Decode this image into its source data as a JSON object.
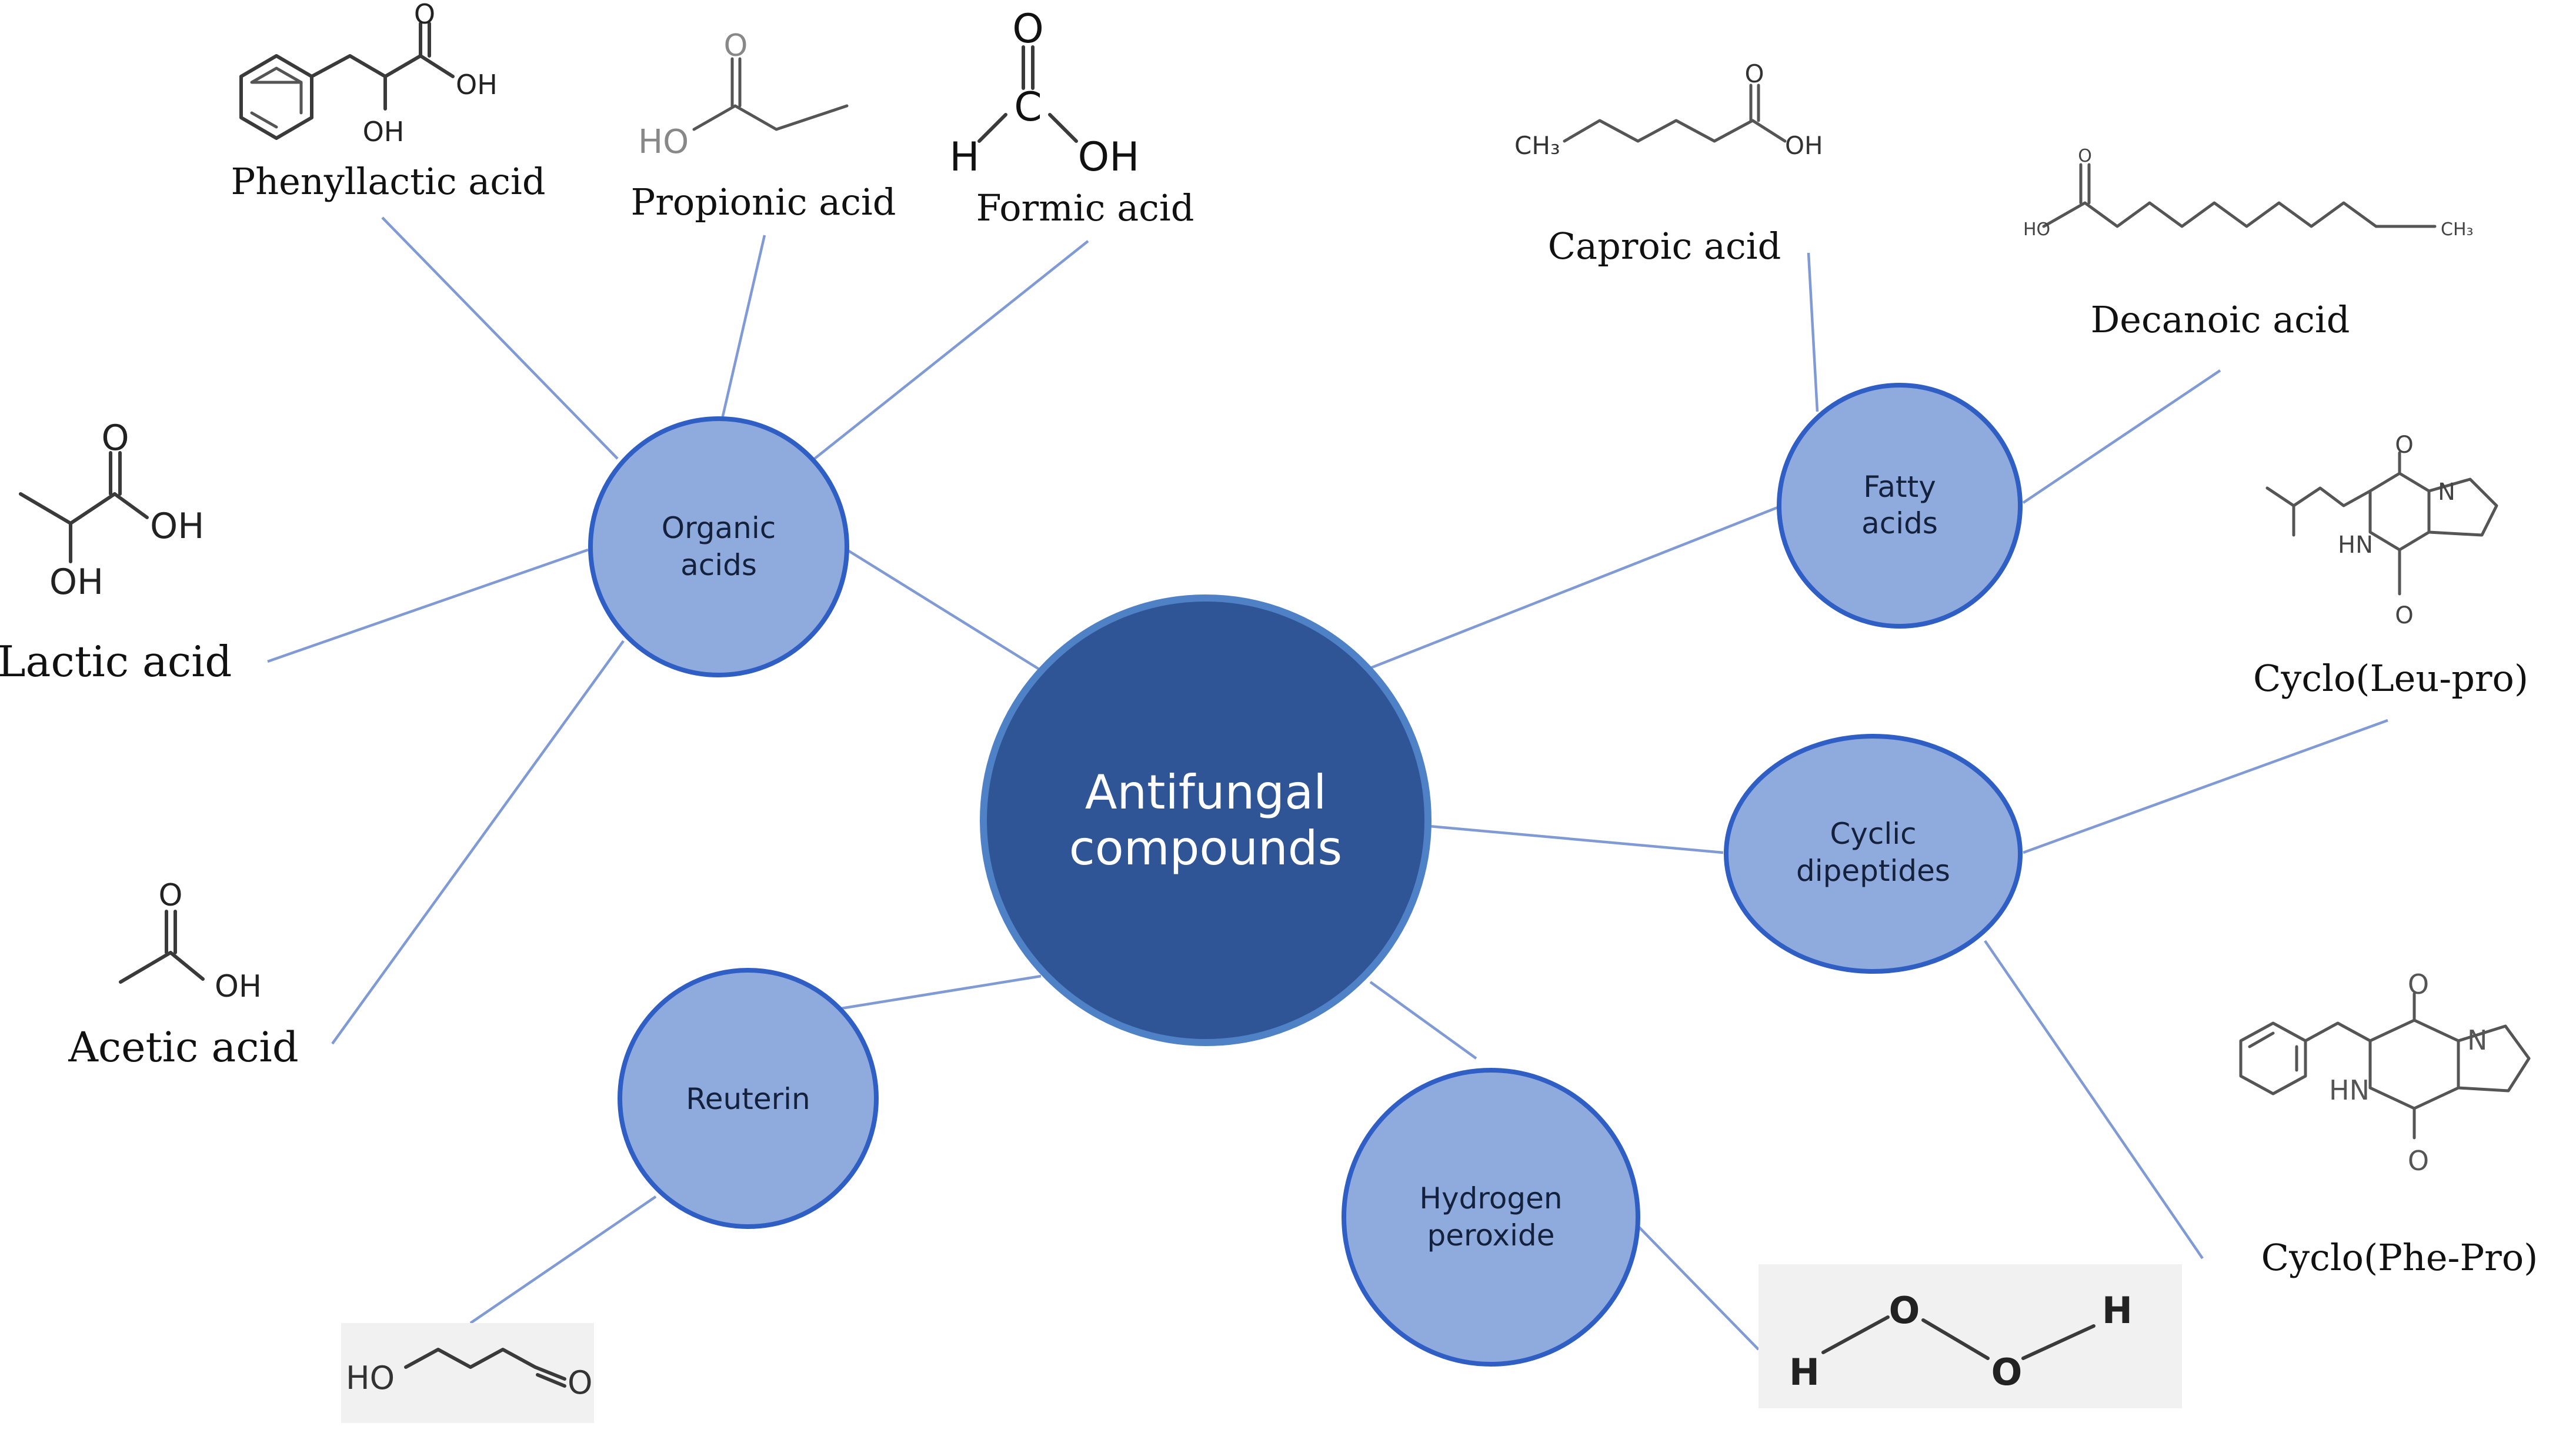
{
  "center": {
    "title_line1": "Antifungal",
    "title_line2": "compounds"
  },
  "categories": {
    "organic": {
      "line1": "Organic",
      "line2": "acids"
    },
    "fatty": {
      "line1": "Fatty",
      "line2": "acids"
    },
    "cyclic": {
      "line1": "Cyclic",
      "line2": "dipeptides"
    },
    "reuterin": {
      "line1": "Reuterin"
    },
    "hydrogen": {
      "line1": "Hydrogen",
      "line2": "peroxide"
    }
  },
  "compounds": {
    "phenyllactic": "Phenyllactic acid",
    "propionic": "Propionic acid",
    "formic": "Formic acid",
    "lactic": "Lactic acid",
    "acetic": "Acetic acid",
    "caproic": "Caproic acid",
    "decanoic": "Decanoic acid",
    "cycloleu": "Cyclo(Leu-pro)",
    "cyclophe": "Cyclo(Phe-Pro)"
  },
  "atoms": {
    "O": "O",
    "OH": "OH",
    "HO": "HO",
    "H": "H",
    "C": "C",
    "N": "N",
    "HN": "HN",
    "CH3": "CH₃"
  },
  "colors": {
    "center_fill": "#2f5597",
    "center_stroke": "#4f81c7",
    "node_fill": "#8faadc",
    "node_stroke": "#2f5ec4",
    "connector": "#7f9ad4"
  }
}
